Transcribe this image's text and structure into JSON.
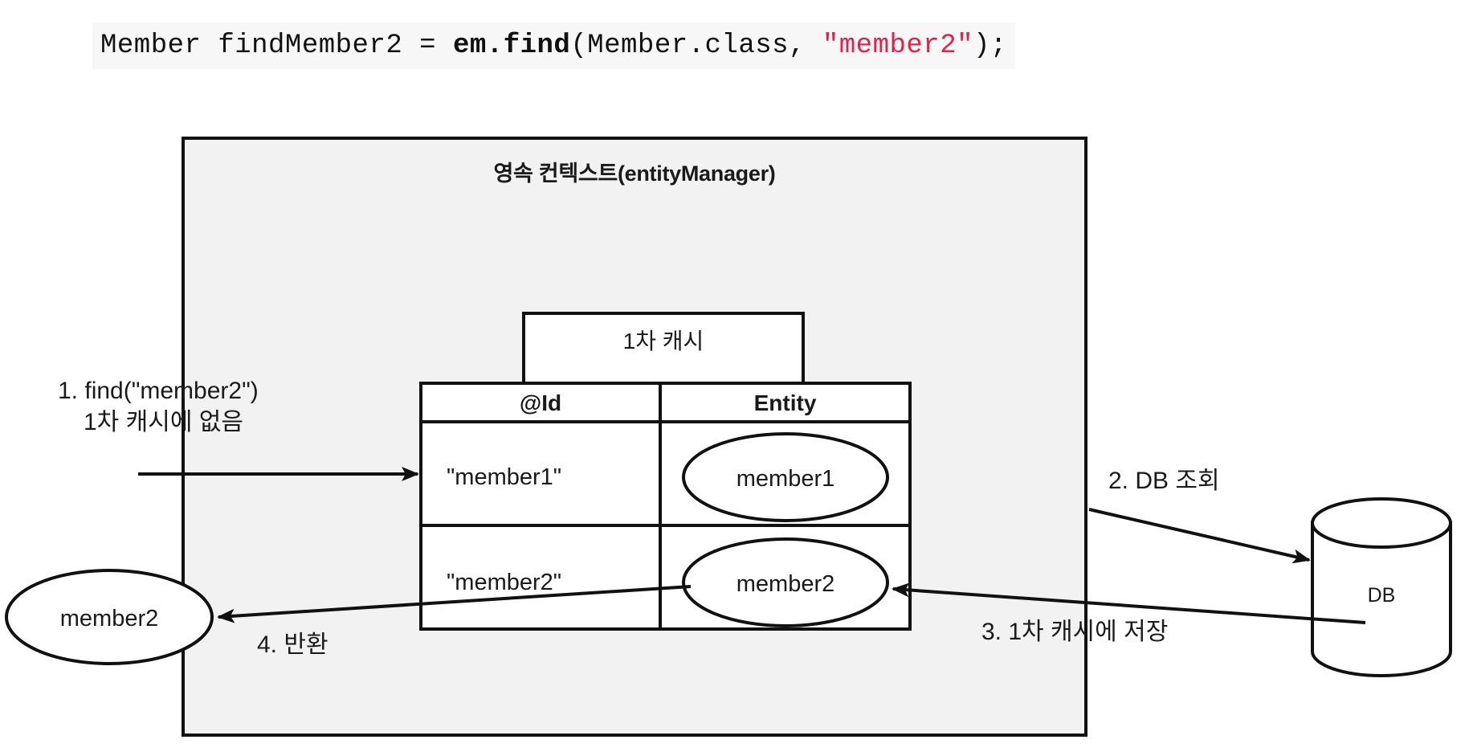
{
  "code": {
    "prefix": "Member findMember2 = ",
    "method": "em.find",
    "args_open": "(Member.class, ",
    "string_arg": "\"member2\"",
    "args_close": ");",
    "string_color": "#e0224a",
    "background": "#f7f7f7"
  },
  "diagram": {
    "context": {
      "title": "영속 컨텍스트(entityManager)",
      "background": "#f2f2f2",
      "border_color": "#111111"
    },
    "cache": {
      "title": "1차 캐시",
      "columns": [
        "@Id",
        "Entity"
      ],
      "rows": [
        {
          "id": "\"member1\"",
          "entity": "member1"
        },
        {
          "id": "\"member2\"",
          "entity": "member2"
        }
      ]
    },
    "database": {
      "label": "DB"
    },
    "returned_entity": {
      "label": "member2"
    },
    "steps": [
      {
        "number": "1",
        "line1": "1. find(\"member2\")",
        "line2": "1차 캐시에 없음"
      },
      {
        "number": "2",
        "text": "2. DB 조회"
      },
      {
        "number": "3",
        "text": "3. 1차 캐시에 저장"
      },
      {
        "number": "4",
        "text": "4. 반환"
      }
    ]
  }
}
